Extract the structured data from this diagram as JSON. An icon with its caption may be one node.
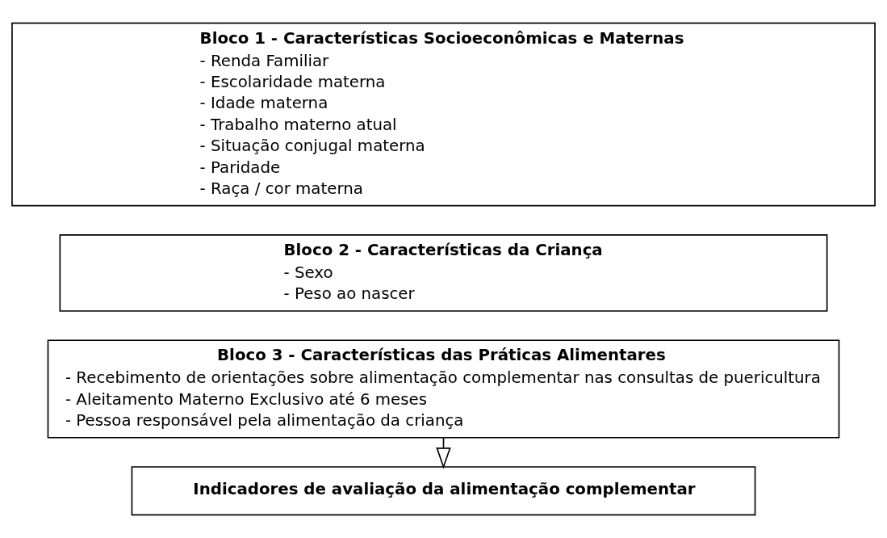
{
  "diagram": {
    "nodes": [
      {
        "text": [
          "Bloco 1 - Características Socioeconômicas e Maternas",
          "- Renda Familiar",
          "- Escolaridade materna",
          "- Idade materna",
          "- Trabalho materno atual",
          "- Situação conjugal materna",
          "- Paridade",
          "- Raça / cor materna"
        ]
      },
      {
        "text": [
          "Bloco 2 - Características da Criança",
          "- Sexo",
          "- Peso ao nascer"
        ]
      },
      {
        "text": [
          "Bloco 3 - Características das Práticas Alimentares",
          "- Recebimento de orientações sobre alimentação complementar nas consultas de puericultura",
          "- Aleitamento Materno Exclusivo até 6 meses",
          "- Pessoa responsável pela alimentação da criança"
        ]
      },
      {
        "text": [
          "Indicadores de avaliação da alimentação complementar"
        ]
      }
    ],
    "edges": [
      {
        "from": 2,
        "to": 3,
        "arrow": "to"
      }
    ]
  }
}
